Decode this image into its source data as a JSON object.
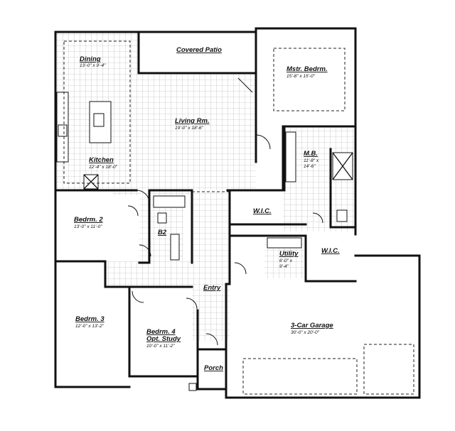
{
  "rooms": {
    "dining": {
      "name": "Dining",
      "dim": "13'-0\" x 9'-4\""
    },
    "covered_patio": {
      "name": "Covered Patio"
    },
    "master_bedroom": {
      "name": "Mstr. Bedrm.",
      "dim": "15'-8\" x 15'-0\""
    },
    "living": {
      "name": "Living Rm.",
      "dim": "19'-0\" x 18'-6\""
    },
    "master_bath": {
      "name": "M.B.",
      "dim1": "11'-8\" x",
      "dim2": "14'-6\""
    },
    "kitchen": {
      "name": "Kitchen",
      "dim": "12'-4\" x 18'-0\""
    },
    "bedroom2": {
      "name": "Bedrm. 2",
      "dim": "13'-0\" x 11'-0\""
    },
    "wic1": {
      "name": "W.I.C."
    },
    "bath2": {
      "name": "B2"
    },
    "utility": {
      "name": "Utility",
      "dim1": "6'-0\" x",
      "dim2": "9'-4\""
    },
    "wic2": {
      "name": "W.I.C."
    },
    "entry": {
      "name": "Entry"
    },
    "bedroom3": {
      "name": "Bedrm. 3",
      "dim": "12'-0\" x 13'-2\""
    },
    "garage": {
      "name": "3-Car Garage",
      "dim": "30'-0\" x 20'-0\""
    },
    "bedroom4": {
      "name": "Bedrm. 4",
      "name2": "Opt. Study",
      "dim": "10'-0\" x 11'-2\""
    },
    "porch": {
      "name": "Porch"
    }
  },
  "colors": {
    "wall": "#111111",
    "tile_grid": "#9a9a9a",
    "background": "#ffffff"
  }
}
